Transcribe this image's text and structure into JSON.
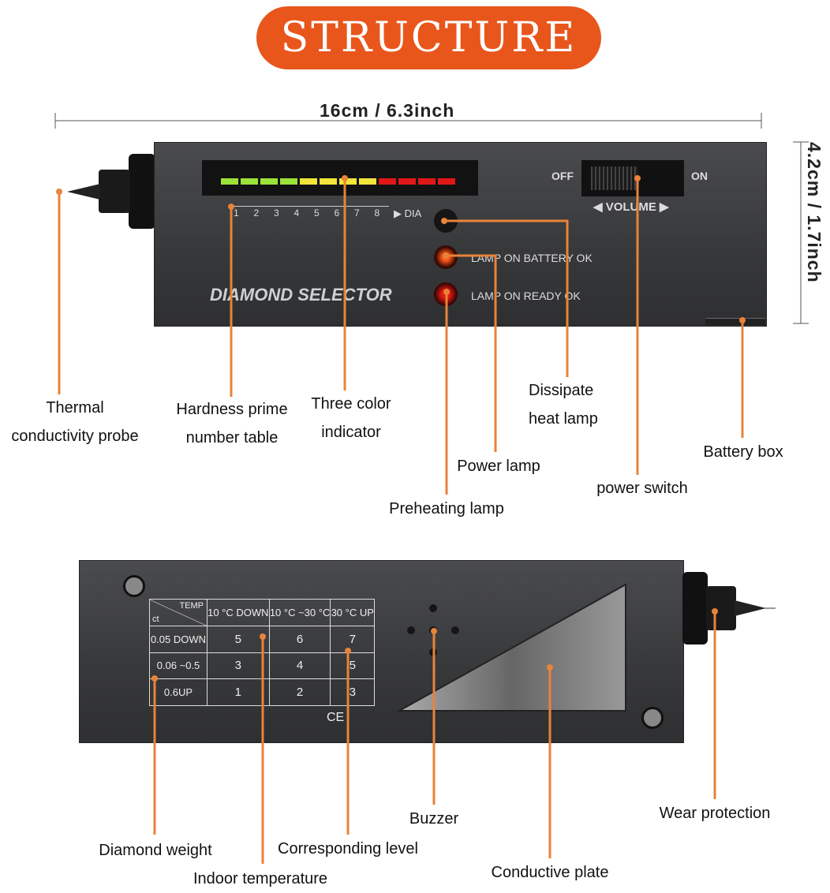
{
  "title": "STRUCTURE",
  "dimensions": {
    "length": "16cm / 6.3inch",
    "height": "4.2cm / 1.7inch"
  },
  "front_panel": {
    "brand": "DIAMOND SELECTOR",
    "scale": [
      "1",
      "2",
      "3",
      "4",
      "5",
      "6",
      "7",
      "8"
    ],
    "scale_end": "DIA",
    "off": "OFF",
    "on": "ON",
    "volume": "VOLUME",
    "battery_lamp": "LAMP ON BATTERY OK",
    "ready_lamp": "LAMP ON READY OK",
    "indicator_colors": [
      "#9be23a",
      "#9be23a",
      "#9be23a",
      "#9be23a",
      "#f2e43a",
      "#f2e43a",
      "#f2e43a",
      "#f2e43a",
      "#e01818",
      "#e01818",
      "#e01818",
      "#e01818"
    ]
  },
  "back_table": {
    "corner_top": "TEMP",
    "corner_bottom": "ct",
    "headers": [
      "10 °C DOWN",
      "10 °C ~30 °C",
      "30 °C UP"
    ],
    "rows": [
      {
        "label": "0.05 DOWN",
        "values": [
          "5",
          "6",
          "7"
        ]
      },
      {
        "label": "0.06 ~0.5",
        "values": [
          "3",
          "4",
          "5"
        ]
      },
      {
        "label": "0.6UP",
        "values": [
          "1",
          "2",
          "3"
        ]
      }
    ],
    "mark": "CE"
  },
  "labels": {
    "probe": [
      "Thermal",
      "conductivity probe"
    ],
    "hardness": [
      "Hardness prime",
      "number table"
    ],
    "indicator": [
      "Three color",
      "indicator"
    ],
    "dissipate": [
      "Dissipate",
      "heat lamp"
    ],
    "power_lamp": "Power lamp",
    "preheat": "Preheating lamp",
    "switch": "power switch",
    "battery": "Battery box",
    "weight": "Diamond weight",
    "level": "Corresponding level",
    "temp": "Indoor temperature",
    "buzzer": "Buzzer",
    "plate": "Conductive plate",
    "wear": "Wear protection"
  },
  "accent": "#e8833a"
}
